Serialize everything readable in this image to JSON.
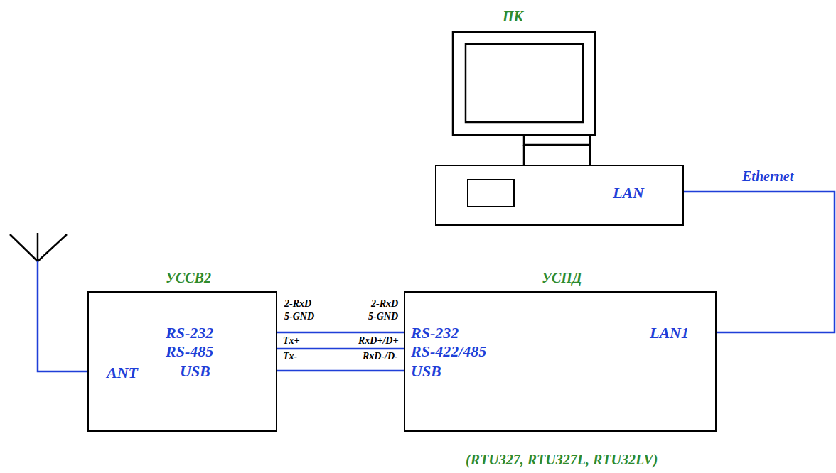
{
  "diagram": {
    "nodes": [
      {
        "text": [
          "ПК",
          "LAN"
        ]
      },
      {
        "text": [
          "УССВ2",
          "ANT",
          "RS-232",
          "RS-485",
          "USB"
        ]
      },
      {
        "text": [
          "УСПД",
          "RS-232",
          "RS-422/485",
          "USB",
          "LAN1"
        ]
      }
    ],
    "edges": [
      {
        "from": 1,
        "to": 2,
        "arrow": "none"
      },
      {
        "from": 1,
        "to": 2,
        "arrow": "none"
      },
      {
        "from": 1,
        "to": 2,
        "arrow": "none"
      },
      {
        "from": 0,
        "to": 2,
        "label": "Ethernet",
        "arrow": "none"
      }
    ],
    "labels": [
      "2-RxD",
      "5-GND",
      "2-RxD",
      "5-GND",
      "Tx+",
      "Tx-",
      "RxD+/D+",
      "RxD-/D-",
      "(RTU327, RTU327L, RTU32LV)"
    ]
  }
}
